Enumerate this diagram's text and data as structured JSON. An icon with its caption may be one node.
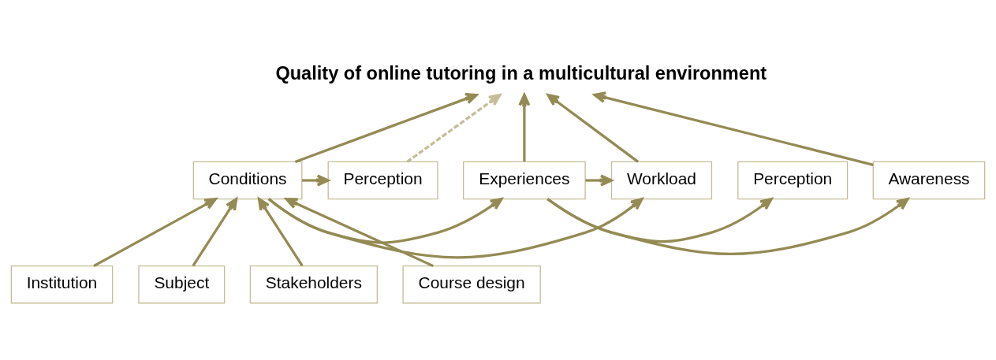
{
  "diagram": {
    "nodes": [
      {
        "text": [
          "Quality of online tutoring in a multicultural environment"
        ]
      },
      {
        "text": [
          "Awareness"
        ]
      },
      {
        "text": [
          "Perception"
        ]
      },
      {
        "text": [
          "Experiences"
        ]
      },
      {
        "text": [
          "Workload"
        ]
      },
      {
        "text": [
          "Conditions"
        ]
      },
      {
        "text": [
          "Perception"
        ]
      },
      {
        "text": [
          "Institution"
        ]
      },
      {
        "text": [
          "Subject"
        ]
      },
      {
        "text": [
          "Stakeholders"
        ]
      },
      {
        "text": [
          "Course design"
        ]
      }
    ],
    "edges": [
      {
        "from": 1,
        "to": 0,
        "arrow": "to"
      },
      {
        "from": 3,
        "to": 0,
        "arrow": "to"
      },
      {
        "from": 4,
        "to": 0,
        "arrow": "to"
      },
      {
        "from": 5,
        "to": 0,
        "arrow": "to"
      },
      {
        "from": 6,
        "to": 0,
        "arrow": "to",
        "style": "dashed",
        "color": "#c4bd97"
      },
      {
        "from": 3,
        "to": 1,
        "arrow": "to"
      },
      {
        "from": 3,
        "to": 2,
        "arrow": "to"
      },
      {
        "from": 3,
        "to": 4,
        "arrow": "to"
      },
      {
        "from": 5,
        "to": 4,
        "arrow": "to"
      },
      {
        "from": 5,
        "to": 3,
        "arrow": "to"
      },
      {
        "from": 5,
        "to": 6,
        "arrow": "to"
      },
      {
        "from": 7,
        "to": 5,
        "arrow": "to"
      },
      {
        "from": 8,
        "to": 5,
        "arrow": "to"
      },
      {
        "from": 9,
        "to": 5,
        "arrow": "to"
      },
      {
        "from": 10,
        "to": 5,
        "arrow": "to"
      }
    ]
  }
}
